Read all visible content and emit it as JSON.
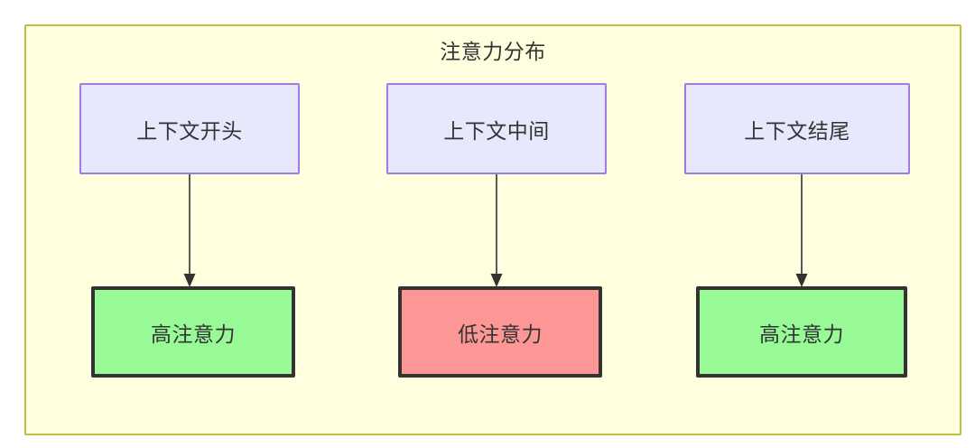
{
  "diagram": {
    "title": "注意力分布",
    "colors": {
      "container_fill": "#ffffe0",
      "container_border": "#bfbf40",
      "context_node_fill": "#e8e8fd",
      "context_node_border": "#9f7ae0",
      "high_attention_fill": "#97fa97",
      "low_attention_fill": "#fc9796",
      "emphasis_border": "#333333",
      "text": "#333333",
      "edge": "#333333"
    },
    "columns": [
      {
        "source": {
          "label": "上下文开头"
        },
        "target": {
          "label": "高注意力",
          "state": "high"
        }
      },
      {
        "source": {
          "label": "上下文中间"
        },
        "target": {
          "label": "低注意力",
          "state": "low"
        }
      },
      {
        "source": {
          "label": "上下文结尾"
        },
        "target": {
          "label": "高注意力",
          "state": "high"
        }
      }
    ]
  }
}
